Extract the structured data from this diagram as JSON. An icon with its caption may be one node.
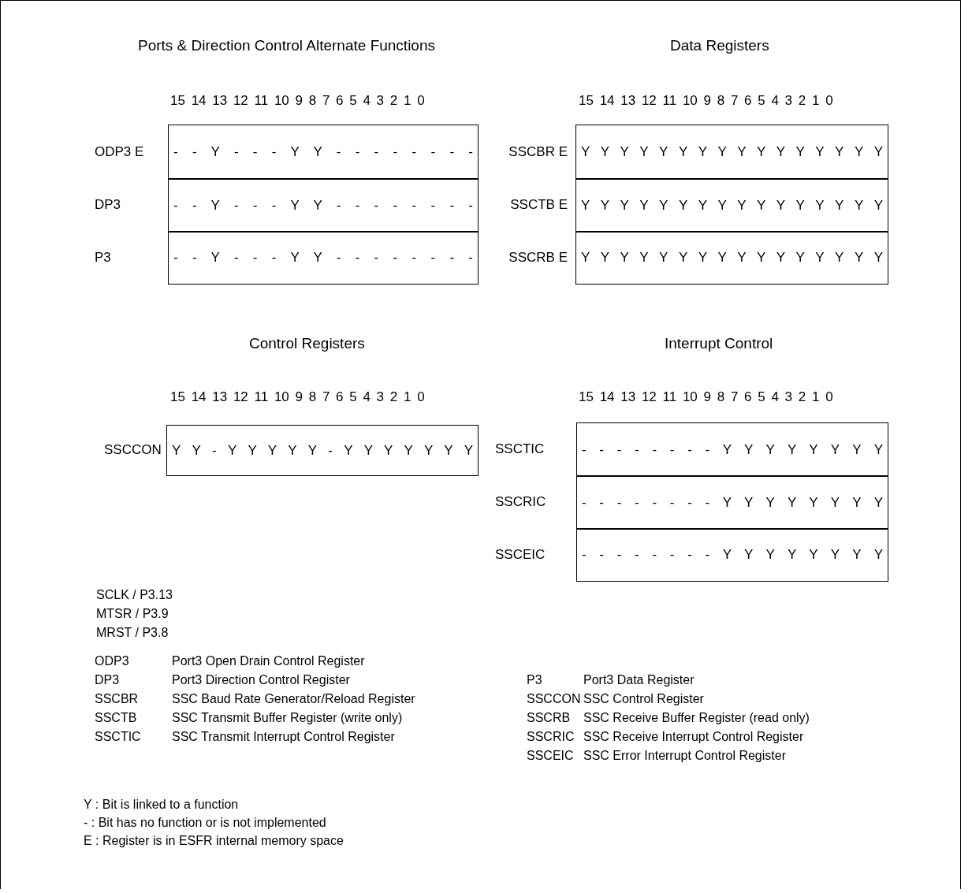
{
  "diagram": {
    "nodes": [
      {
        "text": [
          "ODP3 E",
          "- - Y - - - Y Y - - - - - - - -"
        ]
      },
      {
        "text": [
          "DP3",
          "- - Y - - - Y Y - - - - - - - -"
        ]
      },
      {
        "text": [
          "P3",
          "- - Y - - - Y Y - - - - - - - -"
        ]
      },
      {
        "text": [
          "SSCBR E",
          "Y Y Y Y Y Y Y Y Y Y Y Y Y Y Y Y"
        ]
      },
      {
        "text": [
          "SSCTB E",
          "Y Y Y Y Y Y Y Y Y Y Y Y Y Y Y Y"
        ]
      },
      {
        "text": [
          "SSCRB E",
          "Y Y Y Y Y Y Y Y Y Y Y Y Y Y Y Y"
        ]
      },
      {
        "text": [
          "SSCCON",
          "Y Y - Y Y Y Y Y - Y Y Y Y Y Y Y"
        ]
      },
      {
        "text": [
          "SSCTIC",
          "- - - - - - - - Y Y Y Y Y Y Y Y"
        ]
      },
      {
        "text": [
          "SSCRIC",
          "- - - - - - - - Y Y Y Y Y Y Y Y"
        ]
      },
      {
        "text": [
          "SSCEIC",
          "- - - - - - - - Y Y Y Y Y Y Y Y"
        ]
      }
    ],
    "edges": [],
    "labels": [
      "Ports & Direction Control Alternate Functions",
      "Data Registers",
      "15 14 13 12 11 10 9 8 7 6 5 4 3 2 1 0",
      "15 14 13 12 11 10 9 8 7 6 5 4 3 2 1 0",
      "Control Registers",
      "Interrupt Control",
      "15 14 13 12 11 10 9 8 7 6 5 4 3 2 1 0",
      "15 14 13 12 11 10 9 8 7 6 5 4 3 2 1 0",
      "SCLK / P3.13",
      "MTSR / P3.9",
      "MRST / P3.8",
      "ODP3",
      "Port3 Open Drain Control Register",
      "DP3",
      "Port3 Direction Control Register",
      "P3",
      "Port3 Data Register",
      "SSCBR",
      "SSC Baud Rate Generator/Reload Register",
      "SSCCON",
      "SSC Control Register",
      "SSCTB",
      "SSC Transmit Buffer Register (write only)",
      "SSCRB",
      "SSC Receive Buffer Register (read only)",
      "SSCTIC",
      "SSC Transmit Interrupt Control Register",
      "SSCRIC",
      "SSC Receive Interrupt Control Register",
      "SSCEIC",
      "SSC Error Interrupt Control Register",
      "Y : Bit is linked to a function",
      "- : Bit has no function or is not implemented",
      "E : Register is in ESFR internal memory space"
    ]
  }
}
